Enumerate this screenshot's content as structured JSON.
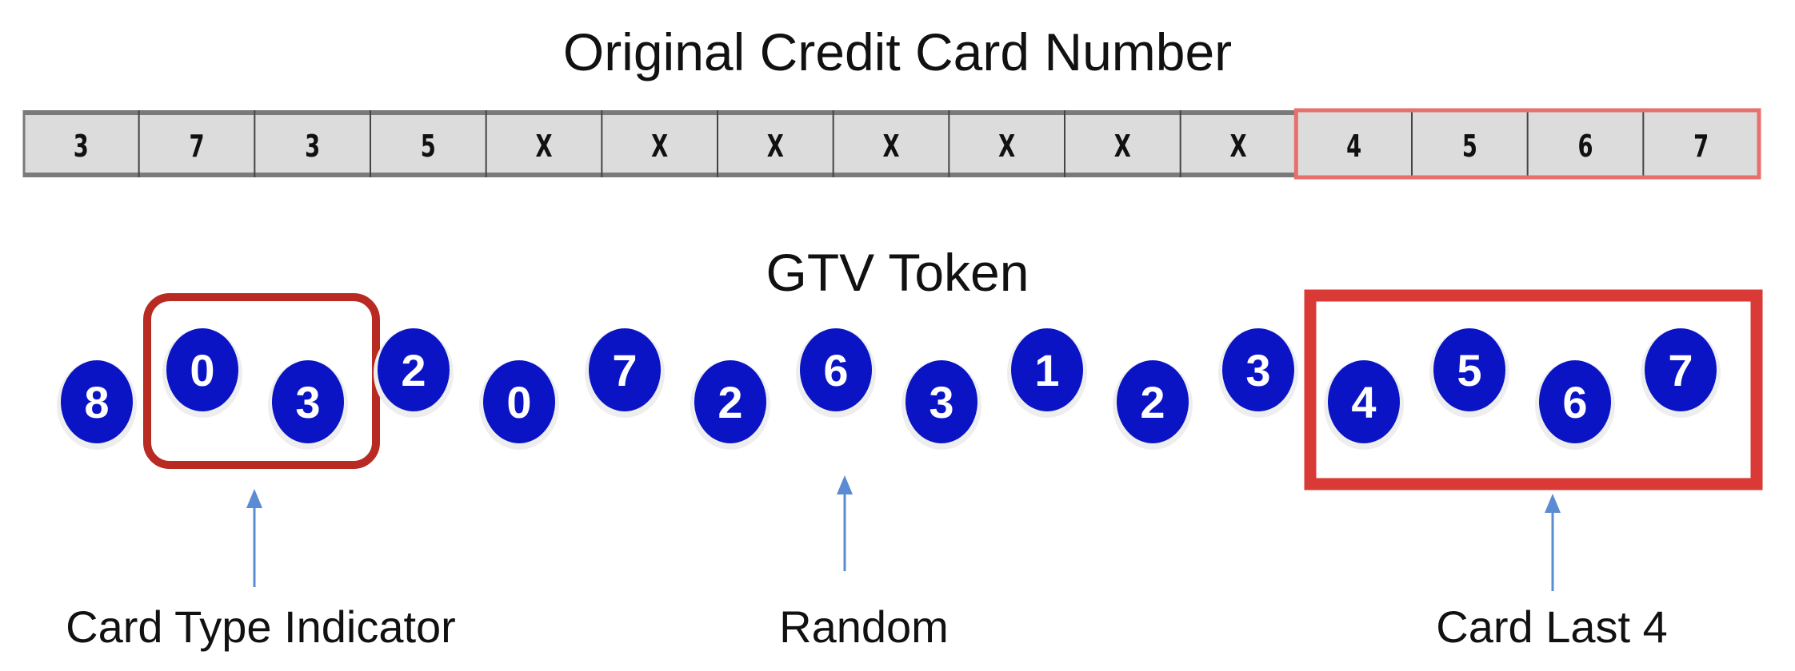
{
  "original": {
    "title": "Original Credit Card Number",
    "digits": [
      "3",
      "7",
      "3",
      "5",
      "X",
      "X",
      "X",
      "X",
      "X",
      "X",
      "X",
      "4",
      "5",
      "6",
      "7"
    ],
    "highlight_last": 4
  },
  "token": {
    "title": "GTV Token",
    "digits": [
      "8",
      "0",
      "3",
      "2",
      "0",
      "7",
      "2",
      "6",
      "3",
      "1",
      "2",
      "3",
      "4",
      "5",
      "6",
      "7"
    ]
  },
  "labels": {
    "card_type": "Card Type Indicator",
    "random": "Random",
    "last4": "Card Last 4"
  },
  "colors": {
    "cell_fill": "#dcdcdc",
    "cell_border": "#7a7a7a",
    "highlight_border": "#e8706c",
    "bubble": "#0a14c4",
    "type_box": "#b82a22",
    "last4_box": "#da3a36",
    "arrow": "#5b8bd3"
  }
}
